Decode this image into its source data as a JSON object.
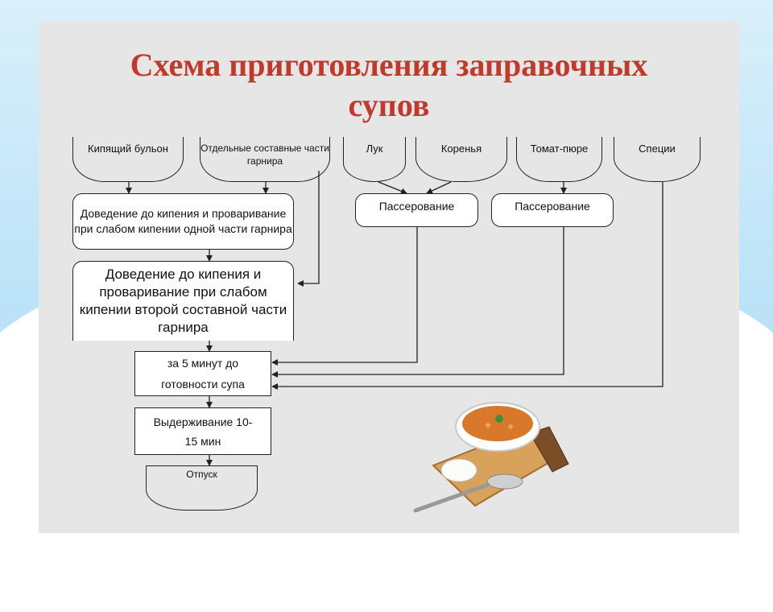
{
  "title": {
    "line1": "Схема приготовления заправочных",
    "line2": "супов"
  },
  "ingredients": [
    {
      "label": "Кипящий бульон"
    },
    {
      "label": "Отдельные составные части гарнира"
    },
    {
      "label": "Лук"
    },
    {
      "label": "Коренья"
    },
    {
      "label": "Томат-пюре"
    },
    {
      "label": "Специи"
    }
  ],
  "steps": {
    "boil_first": "Доведение до кипения и проваривание при слабом кипении одной части гарнира",
    "boil_second": "Доведение до кипения и проваривание при слабом кипении второй составной части гарнира",
    "saute_1": "Пассерование",
    "saute_2": "Пассерование",
    "five_min": "за 5 минут до готовности супа",
    "hold": "Выдерживание 10-15 мин",
    "serve": "Отпуск"
  },
  "colors": {
    "title": "#c0392b",
    "slide": "#e6e6e6",
    "line": "#222222"
  },
  "icons": {
    "soup": "soup-bowl-illustration"
  }
}
